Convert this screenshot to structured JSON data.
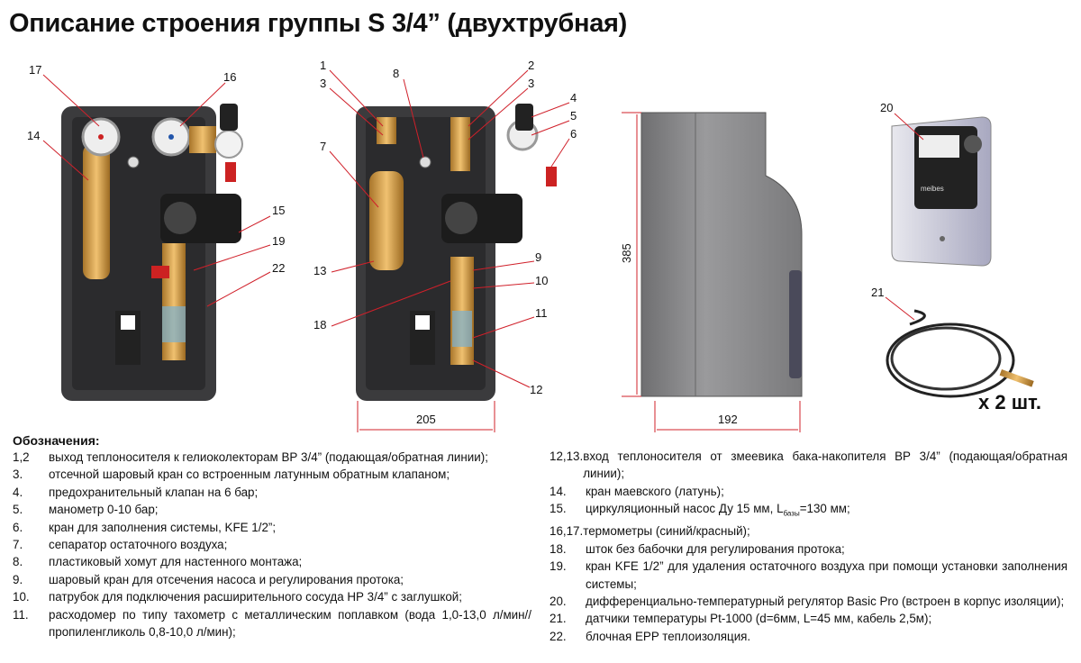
{
  "title": "Описание строения группы S 3/4” (двухтрубная)",
  "callouts": {
    "c1": "1",
    "c2": "2",
    "c3a": "3",
    "c3b": "3",
    "c4": "4",
    "c5": "5",
    "c6": "6",
    "c7": "7",
    "c8": "8",
    "c9": "9",
    "c10": "10",
    "c11": "11",
    "c12": "12",
    "c13": "13",
    "c14": "14",
    "c15": "15",
    "c16": "16",
    "c17": "17",
    "c18": "18",
    "c19": "19",
    "c20": "20",
    "c21": "21",
    "c22": "22"
  },
  "dimensions": {
    "width_front": "205",
    "height_side": "385",
    "depth_side": "192"
  },
  "controller_brand": "meibes",
  "sensor_qty": "x 2 шт.",
  "legend": {
    "heading": "Обозначения:",
    "left": [
      {
        "num": "1,2",
        "text": "выход теплоносителя к гелиоколекторам ВР 3/4” (подающая/обратная линии);"
      },
      {
        "num": "3.",
        "text": "отсечной шаровый кран со встроенным латунным обратным клапаном;"
      },
      {
        "num": "4.",
        "text": "предохранительный клапан на 6 бар;"
      },
      {
        "num": "5.",
        "text": "манометр 0-10 бар;"
      },
      {
        "num": "6.",
        "text": "кран для заполнения системы, KFE 1/2”;"
      },
      {
        "num": "7.",
        "text": "сепаратор остаточного воздуха;"
      },
      {
        "num": "8.",
        "text": "пластиковый хомут для настенного монтажа;"
      },
      {
        "num": "9.",
        "text": "шаровый кран для отсечения насоса и регулирования протока;"
      },
      {
        "num": "10.",
        "text": "патрубок для подключения расширительного сосуда  НР 3/4” с заглушкой;"
      },
      {
        "num": "11.",
        "text": "расходомер по типу тахометр с металлическим поплавком  (вода 1,0-13,0 л/мин// пропиленгликоль 0,8-10,0 л/мин);"
      }
    ],
    "right": [
      {
        "num": "12,13.",
        "text": "вход теплоносителя от змеевика бака-накопителя ВР 3/4” (подающая/обратная линии);"
      },
      {
        "num": "14.",
        "text": "кран маевского (латунь);"
      },
      {
        "num": "15.",
        "text_pre": "циркуляционный насос Ду 15 мм, L",
        "sub": "базы",
        "text_post": "=130 мм;"
      },
      {
        "num": "16,17.",
        "text": "термометры (синий/красный);"
      },
      {
        "num": "18.",
        "text": "шток без бабочки для регулирования протока;"
      },
      {
        "num": "19.",
        "text": "кран KFE 1/2” для удаления остаточного воздуха при помощи установки заполнения системы;"
      },
      {
        "num": "20.",
        "text": "дифференциально-температурный регулятор Basic Pro (встроен в корпус изоляции);"
      },
      {
        "num": "21.",
        "text": "датчики температуры Pt-1000 (d=6мм, L=45 мм, кабель 2,5м);"
      },
      {
        "num": "22.",
        "text": "блочная EPP теплоизоляция."
      }
    ]
  },
  "colors": {
    "insulation": "#3b3b3d",
    "callout_line": "#d0202a",
    "brass": "#c8953f",
    "side": "#8c8c8e"
  }
}
